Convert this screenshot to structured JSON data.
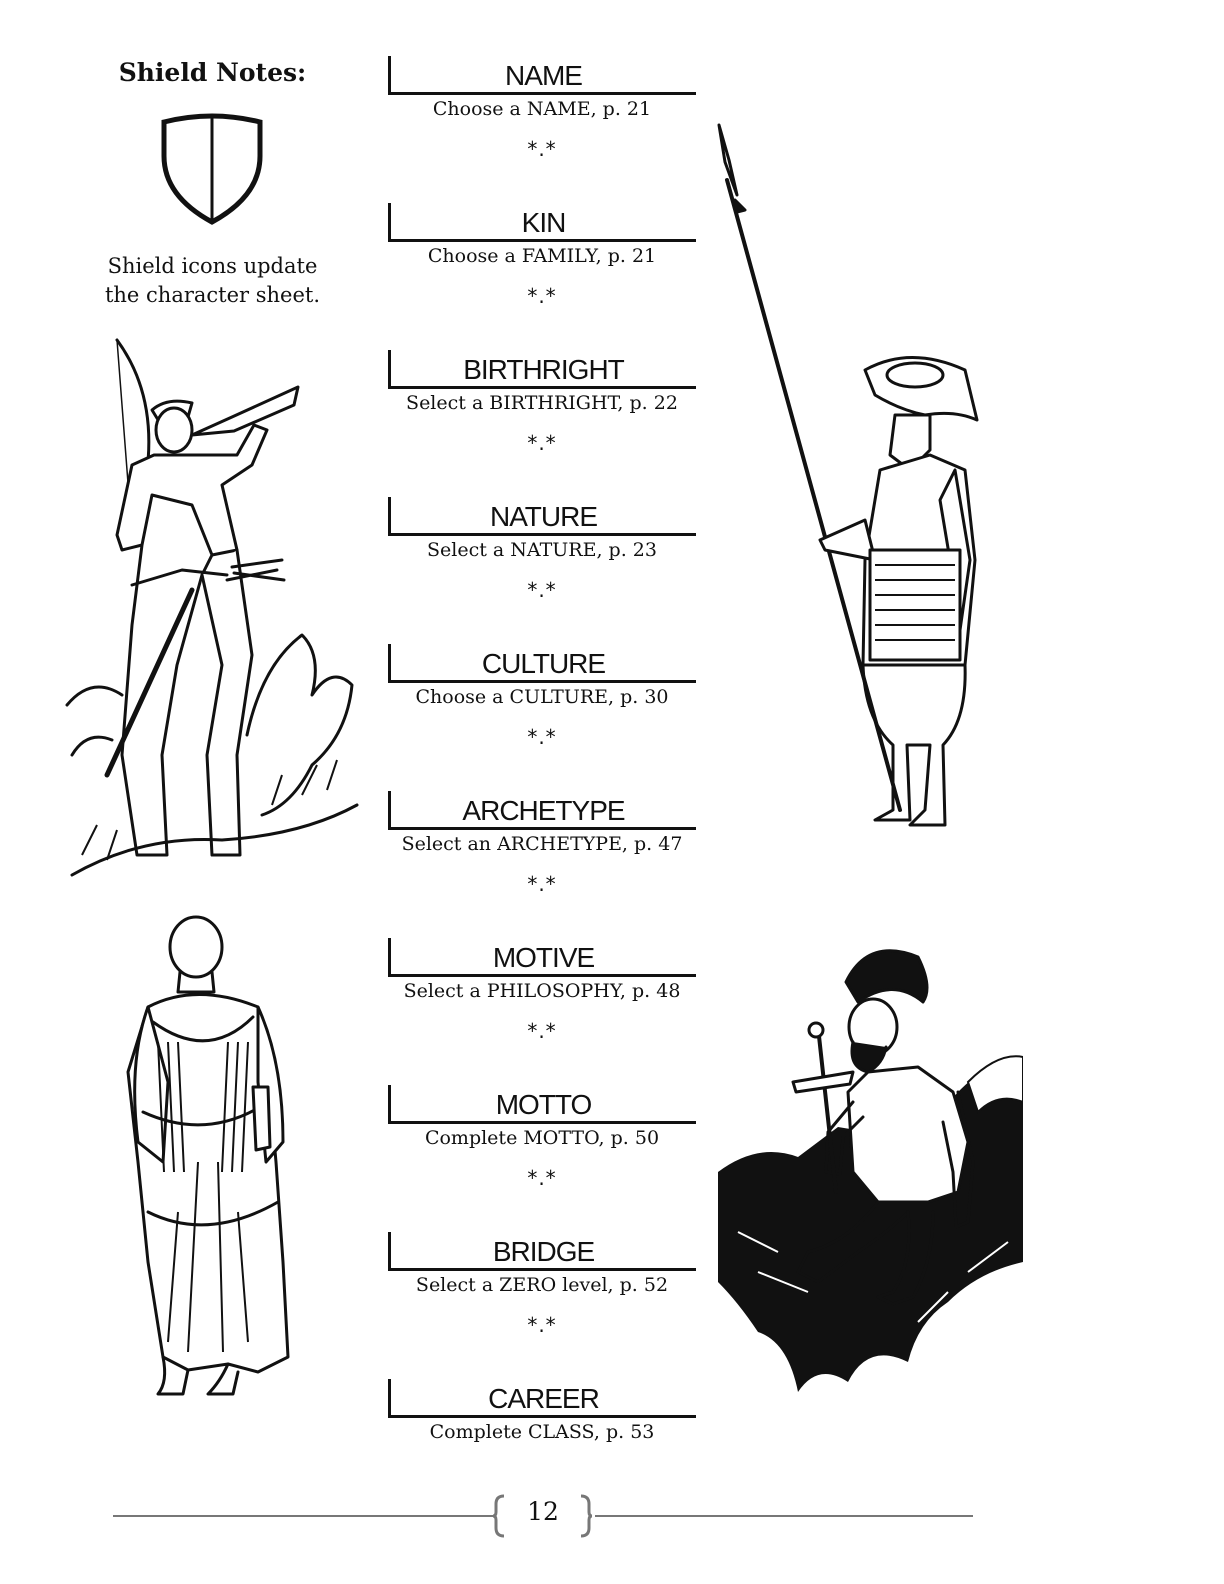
{
  "shield_notes": {
    "title": "Shield Notes:",
    "text": "Shield icons update the character sheet."
  },
  "steps": [
    {
      "title": "NAME",
      "desc": "Choose a NAME, p. 21",
      "sep": "*.*"
    },
    {
      "title": "KIN",
      "desc": "Choose a FAMILY, p. 21",
      "sep": "*.*"
    },
    {
      "title": "BIRTHRIGHT",
      "desc": "Select a BIRTHRIGHT, p. 22",
      "sep": "*.*"
    },
    {
      "title": "NATURE",
      "desc": "Select a NATURE, p. 23",
      "sep": "*.*"
    },
    {
      "title": "CULTURE",
      "desc": "Choose a CULTURE, p. 30",
      "sep": "*.*"
    },
    {
      "title": "ARCHETYPE",
      "desc": "Select an ARCHETYPE, p. 47",
      "sep": "*.*"
    },
    {
      "title": "MOTIVE",
      "desc": "Select a PHILOSOPHY, p. 48",
      "sep": "*.*"
    },
    {
      "title": "MOTTO",
      "desc": "Complete MOTTO, p. 50",
      "sep": "*.*"
    },
    {
      "title": "BRIDGE",
      "desc": "Select a ZERO level, p. 52",
      "sep": "*.*"
    },
    {
      "title": "CAREER",
      "desc": "Complete CLASS, p. 53",
      "sep": ""
    }
  ],
  "page_number": "12",
  "icons": {
    "shield": "shield-icon",
    "archer": "archer-illustration",
    "pikeman": "pikeman-illustration",
    "roman": "roman-toga-illustration",
    "warrior": "seated-warrior-illustration"
  }
}
